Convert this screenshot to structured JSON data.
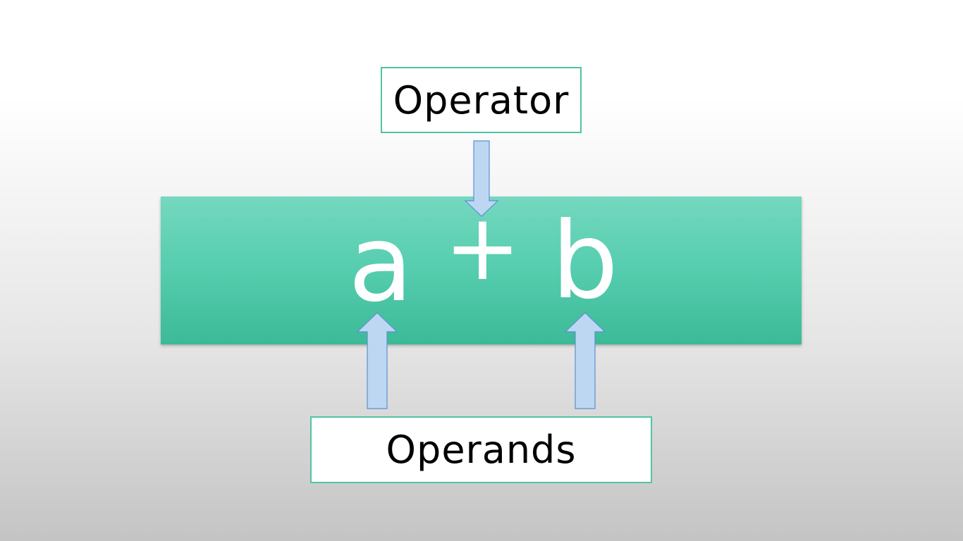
{
  "diagram": {
    "operator_label": "Operator",
    "operands_label": "Operands",
    "expression": {
      "left_operand": "a",
      "operator": "+",
      "right_operand": "b"
    }
  },
  "colors": {
    "bar_top": "#74d8bf",
    "bar_bottom": "#3cba97",
    "box_border": "#4fc4a6",
    "arrow_fill": "#bdd7f3",
    "arrow_stroke": "#5b8fd0",
    "expression_text": "#ffffff"
  }
}
